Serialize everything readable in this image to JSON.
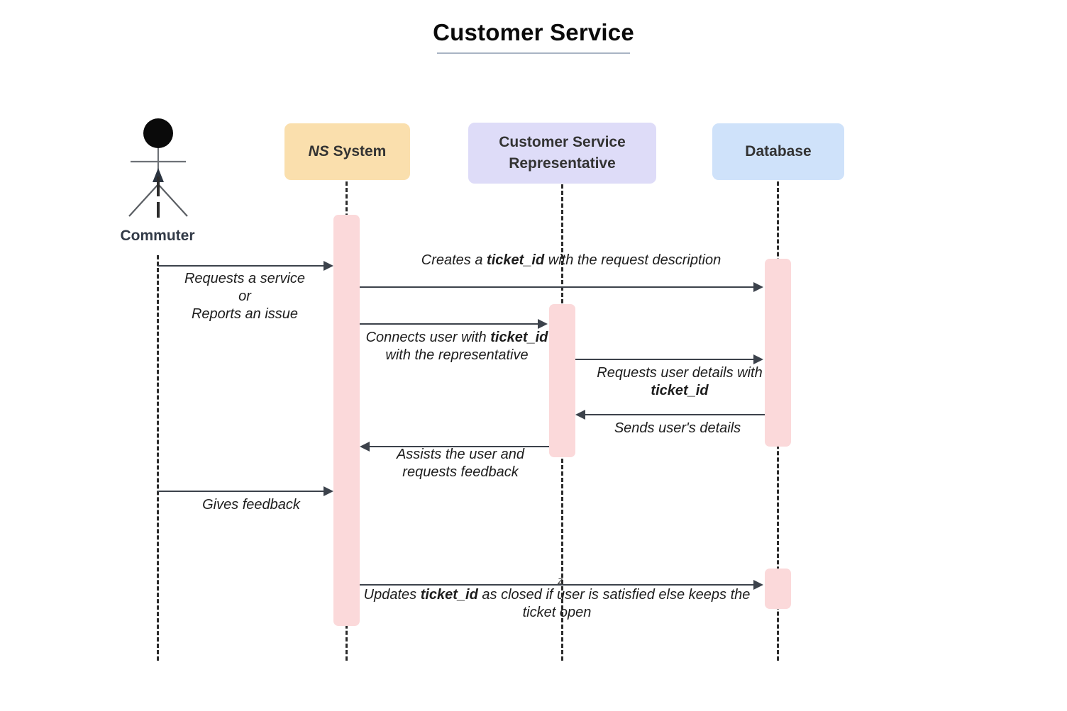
{
  "diagram": {
    "title": "Customer Service",
    "type": "sequence-diagram",
    "background": "#ffffff",
    "accent_colors": {
      "ns_system_box": "#fadfad",
      "representative_box": "#dedcf8",
      "database_box": "#cfe2fa",
      "activation_bar": "#fbd9da",
      "line": "#3c424b",
      "title_rule": "#a9b4c4"
    }
  },
  "participants": [
    {
      "id": "commuter",
      "label": "Commuter",
      "kind": "actor",
      "icon": "actor-stick-figure"
    },
    {
      "id": "ns_system",
      "label": "NS System",
      "label_emphasis": "NS",
      "label_rest": " System",
      "kind": "box",
      "color": "#fadfad"
    },
    {
      "id": "representative",
      "label": "Customer Service Representative",
      "label_line1": "Customer Service",
      "label_line2": "Representative",
      "kind": "box",
      "color": "#dedcf8"
    },
    {
      "id": "database",
      "label": "Database",
      "kind": "box",
      "color": "#cfe2fa"
    }
  ],
  "messages": [
    {
      "id": "m1",
      "from": "commuter",
      "to": "ns_system",
      "direction": "right",
      "lines": [
        "Requests a service",
        "or",
        "Reports an issue"
      ],
      "text": "Requests a service or Reports an issue"
    },
    {
      "id": "m2",
      "from": "ns_system",
      "to": "database",
      "direction": "right",
      "text": "Creates a ticket_id with the request description",
      "pre": "Creates a ",
      "bold": "ticket_id",
      "post": " with the request description"
    },
    {
      "id": "m3",
      "from": "ns_system",
      "to": "representative",
      "direction": "right",
      "text": "Connects user with ticket_id with the representative",
      "pre": "Connects user with ",
      "bold": "ticket_id",
      "post": " with the representative"
    },
    {
      "id": "m4",
      "from": "representative",
      "to": "database",
      "direction": "right",
      "text": "Requests user details with ticket_id",
      "pre": "Requests user details with ",
      "bold": "ticket_id",
      "post": ""
    },
    {
      "id": "m5",
      "from": "database",
      "to": "representative",
      "direction": "left",
      "text": "Sends user's details"
    },
    {
      "id": "m6",
      "from": "representative",
      "to": "ns_system",
      "direction": "left",
      "lines": [
        "Assists the user and",
        "requests feedback"
      ],
      "text": "Assists the user and requests feedback"
    },
    {
      "id": "m7",
      "from": "commuter",
      "to": "ns_system",
      "direction": "right",
      "text": "Gives feedback"
    },
    {
      "id": "m8",
      "from": "ns_system",
      "to": "database",
      "direction": "right",
      "text": "Updates ticket_id as closed if user is satisfied else keeps the ticket open",
      "pre": "Updates ",
      "bold": "ticket_id",
      "post": " as closed if user is satisfied else keeps the ticket open"
    }
  ],
  "artifacts": {
    "stray_glyph": "z"
  }
}
